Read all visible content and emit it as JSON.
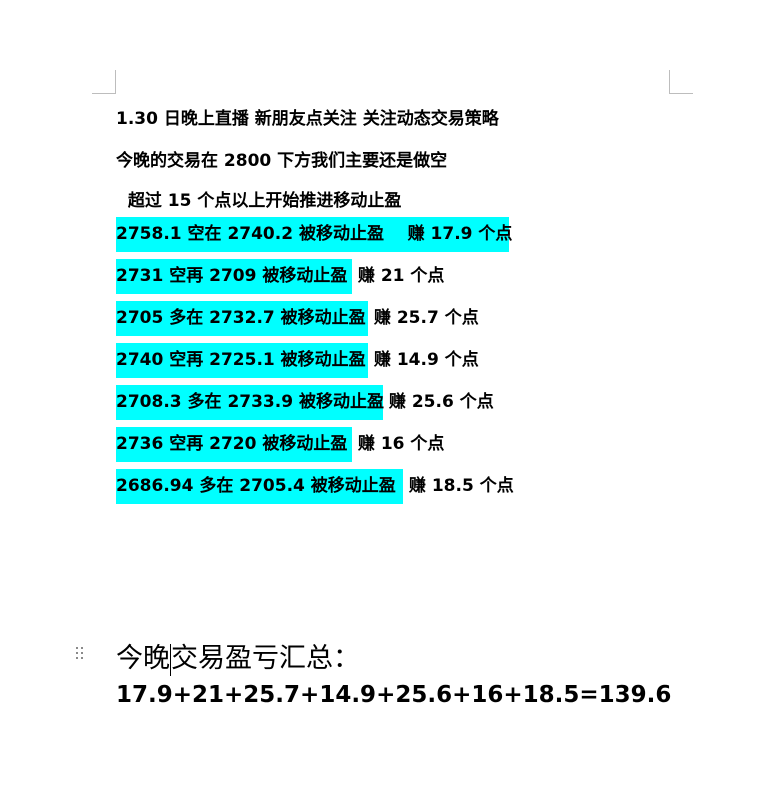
{
  "document": {
    "intro_lines": [
      "1.30 日晚上直播  新朋友点关注  关注动态交易策略",
      "今晚的交易在 2800 下方我们主要还是做空",
      "  超过 15 个点以上开始推进移动止盈"
    ],
    "trades": [
      {
        "highlighted": "2758.1 空在 2740.2 被移动止盈    赚 17.9 个点",
        "rest": ""
      },
      {
        "highlighted": "2731 空再 2709 被移动止盈",
        "rest": " 赚 21 个点"
      },
      {
        "highlighted": "2705 多在 2732.7 被移动止盈",
        "rest": " 赚 25.7 个点"
      },
      {
        "highlighted": "2740 空再 2725.1 被移动止盈",
        "rest": " 赚 14.9 个点"
      },
      {
        "highlighted": "2708.3 多在 2733.9 被移动止盈",
        "rest": " 赚 25.6 个点"
      },
      {
        "highlighted": "2736 空再 2720 被移动止盈",
        "rest": " 赚 16 个点"
      },
      {
        "highlighted": "2686.94 多在 2705.4 被移动止盈  ",
        "rest": " 赚 18.5 个点"
      }
    ],
    "summary": {
      "title_before_caret": "今晚",
      "title_after_caret": "交易盈亏汇总：",
      "formula": "17.9+21+25.7+14.9+25.6+16+18.5=139.6"
    },
    "colors": {
      "highlight": "#00ffff",
      "corner_marks": "#bdbdbd"
    }
  }
}
